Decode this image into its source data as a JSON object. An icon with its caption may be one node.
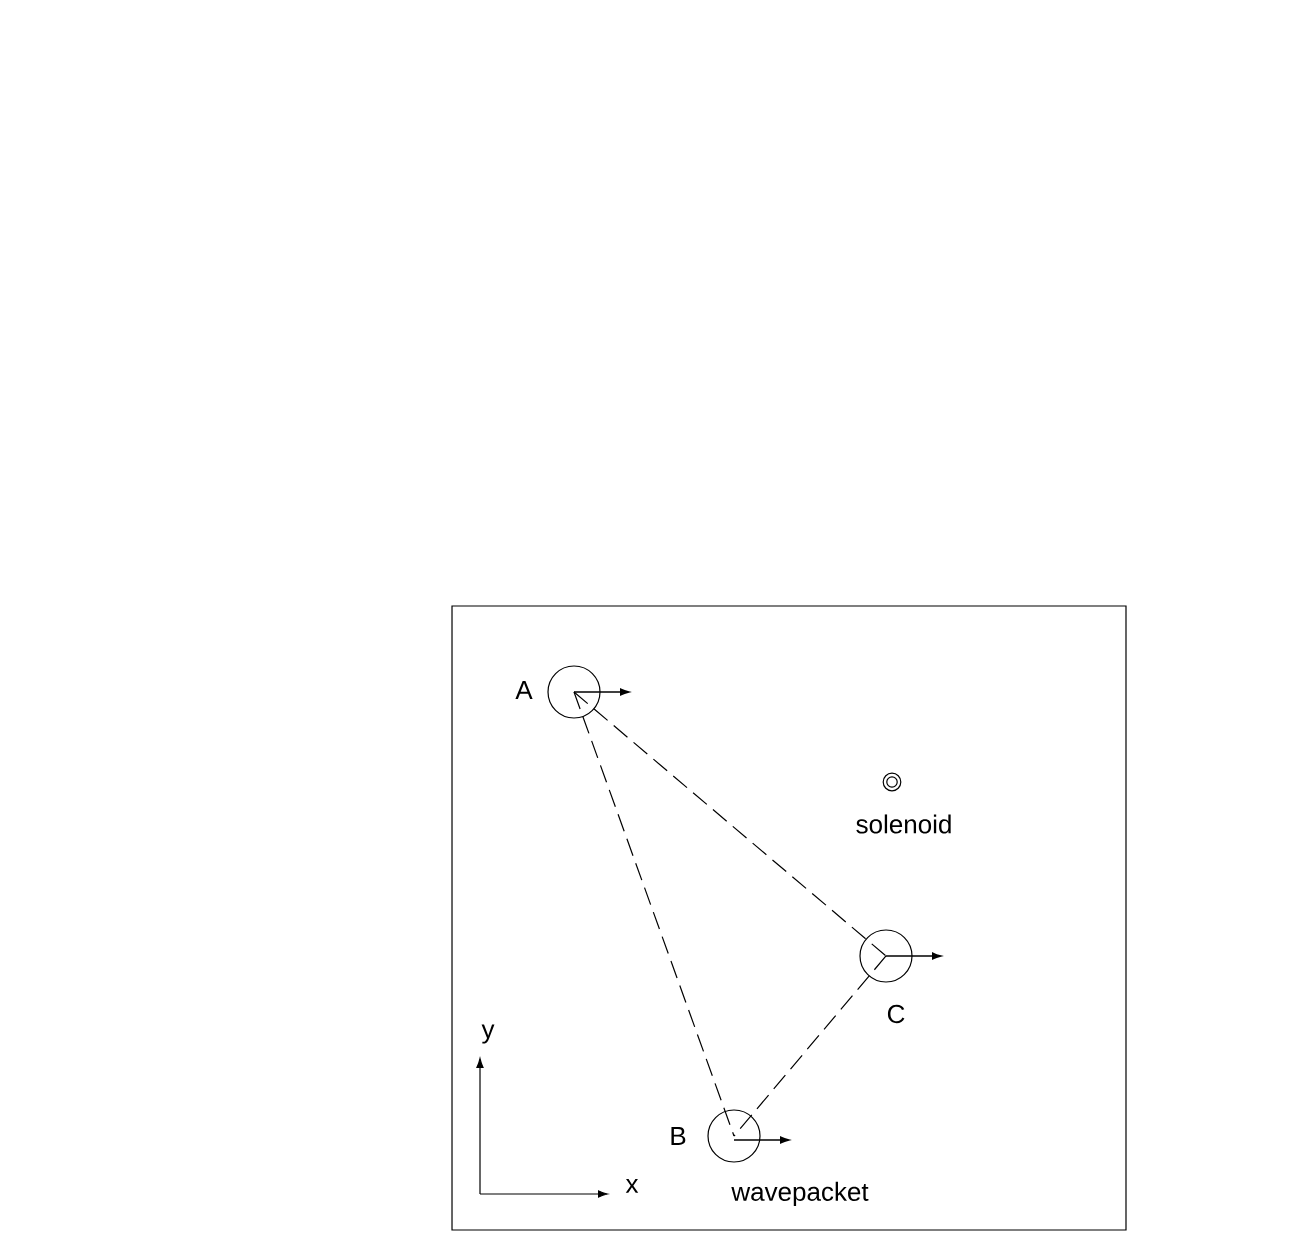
{
  "diagram": {
    "nodes": [
      {
        "text": [],
        "shape": "box"
      },
      {
        "text": [
          "A"
        ],
        "in": 0
      },
      {
        "text": [
          "B"
        ],
        "in": 0,
        "beside": [
          "wavepacket"
        ]
      },
      {
        "text": [
          "C"
        ],
        "in": 0
      },
      {
        "text": [
          "solenoid"
        ],
        "in": 0
      }
    ],
    "edges": [
      {
        "from": 1,
        "to": 3,
        "arrow": "none",
        "style": "dashed"
      },
      {
        "from": 3,
        "to": 2,
        "arrow": "none",
        "style": "dashed"
      },
      {
        "from": 1,
        "to": 2,
        "arrow": "none",
        "style": "dashed"
      }
    ],
    "labels": [
      "y",
      "x"
    ]
  }
}
